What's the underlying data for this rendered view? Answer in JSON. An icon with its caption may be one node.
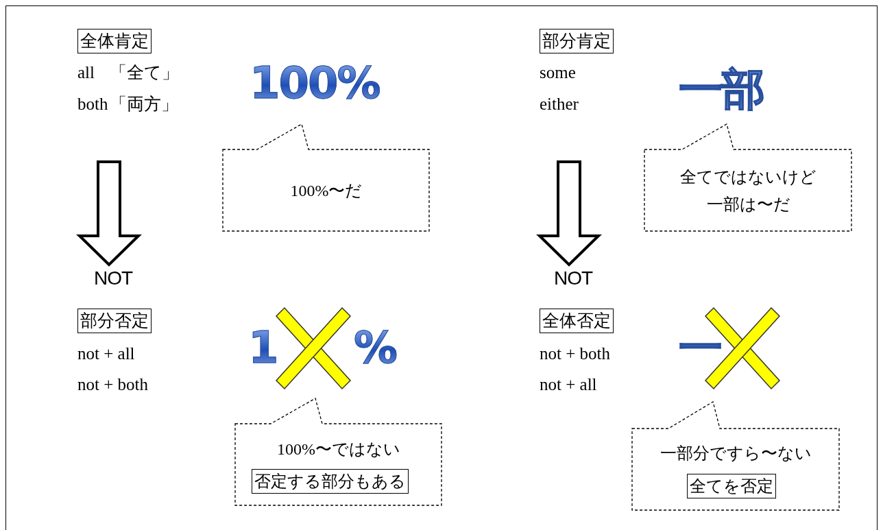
{
  "diagram": {
    "nodes": [
      {
        "text": [
          "全体肯定"
        ]
      },
      {
        "text": [
          "100%〜だ"
        ]
      },
      {
        "text": [
          "NOT"
        ]
      },
      {
        "text": [
          "部分否定"
        ]
      },
      {
        "text": [
          "100%〜ではない"
        ]
      },
      {
        "text": [
          "否定する部分もある"
        ],
        "in": 4
      },
      {
        "text": [
          "部分肯定"
        ]
      },
      {
        "text": [
          "全てではないけど一部は〜だ"
        ]
      },
      {
        "text": [
          "NOT"
        ]
      },
      {
        "text": [
          "全体否定"
        ]
      },
      {
        "text": [
          "一部分ですら〜ない"
        ]
      },
      {
        "text": [
          "全てを否定"
        ],
        "in": 10
      }
    ],
    "edges": [
      {
        "from": null,
        "to": 2,
        "arrow": "to"
      },
      {
        "from": null,
        "to": 8,
        "arrow": "to"
      }
    ],
    "labels": [
      "all",
      "「全て」",
      "both",
      "「両方」",
      "100%",
      "some",
      "either",
      "一部",
      "not + all",
      "not + both",
      "1",
      "%",
      "not + both",
      "not + all",
      "一"
    ]
  }
}
